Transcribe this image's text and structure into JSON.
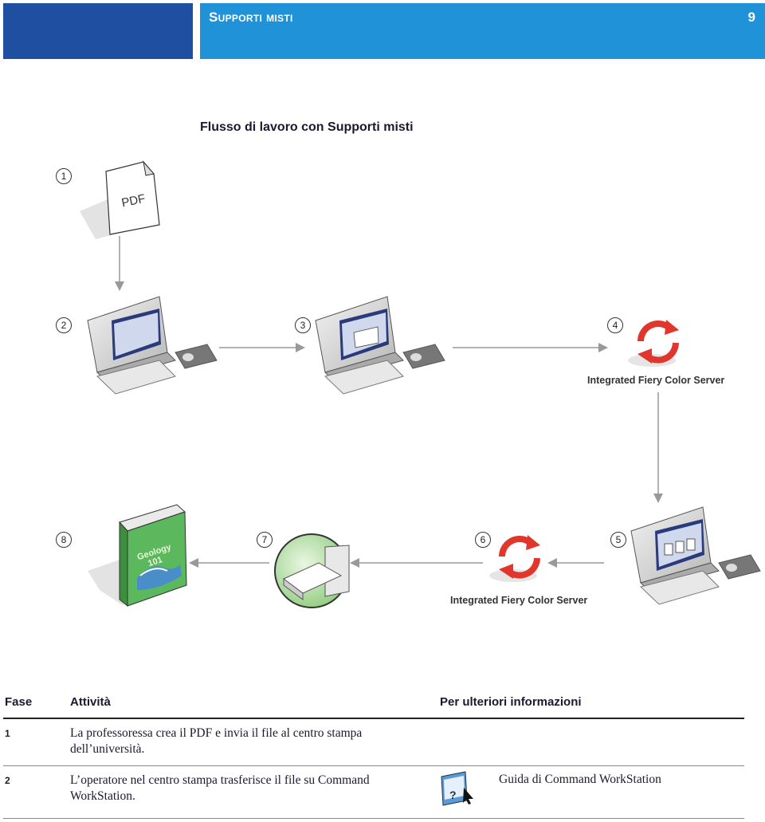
{
  "header": {
    "section_title": "Supporti misti",
    "page_number": "9"
  },
  "diagram": {
    "title": "Flusso di lavoro con Supporti misti",
    "steps": [
      "1",
      "2",
      "3",
      "4",
      "5",
      "6",
      "7",
      "8"
    ],
    "pdf_label": "PDF",
    "book_title_line1": "Geology",
    "book_title_line2": "101",
    "server_label_top": "Integrated Fiery Color Server",
    "server_label_bottom": "Integrated Fiery Color Server"
  },
  "table": {
    "headers": {
      "fase": "Fase",
      "attivita": "Attività",
      "info": "Per ulteriori informazioni"
    },
    "rows": [
      {
        "fase": "1",
        "attivita": "La professoressa crea il PDF e invia il file al centro stampa dell’università.",
        "info": ""
      },
      {
        "fase": "2",
        "attivita": "L’operatore nel centro stampa trasferisce il file su Command WorkStation.",
        "info": "Guida di Command WorkStation",
        "icon": "help-book-icon"
      }
    ]
  },
  "colors": {
    "header_dark": "#1f4fa0",
    "header_light": "#1f92d8",
    "cycle_red": "#e0362b",
    "book_green": "#5cb85c"
  }
}
